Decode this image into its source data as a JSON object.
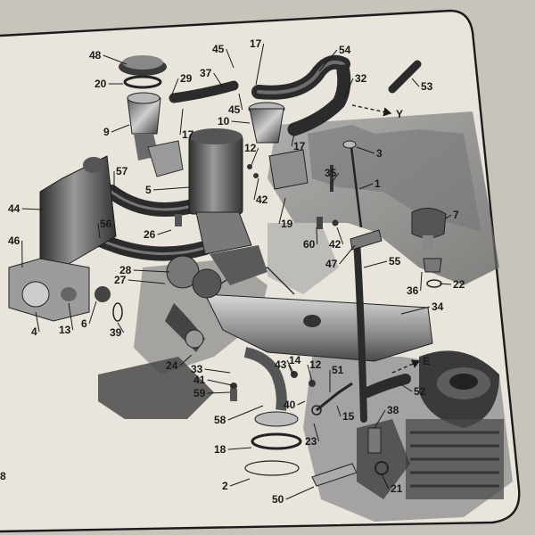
{
  "colors": {
    "paper": "#e9e5dc",
    "ink": "#1b1b1b",
    "photo_mid": "#8f8f8f",
    "photo_dark": "#3f3f3f"
  },
  "diagram": {
    "arrow_labels": {
      "to_y": "Y",
      "to_e": "E"
    },
    "callouts": [
      {
        "id": "48",
        "text": "48"
      },
      {
        "id": "20",
        "text": "20"
      },
      {
        "id": "9",
        "text": "9"
      },
      {
        "id": "29",
        "text": "29"
      },
      {
        "id": "37",
        "text": "37"
      },
      {
        "id": "45a",
        "text": "45"
      },
      {
        "id": "17a",
        "text": "17"
      },
      {
        "id": "17b",
        "text": "17"
      },
      {
        "id": "45b",
        "text": "45"
      },
      {
        "id": "54",
        "text": "54"
      },
      {
        "id": "32",
        "text": "32"
      },
      {
        "id": "53",
        "text": "53"
      },
      {
        "id": "10",
        "text": "10"
      },
      {
        "id": "17c",
        "text": "17"
      },
      {
        "id": "12a",
        "text": "12"
      },
      {
        "id": "3",
        "text": "3"
      },
      {
        "id": "35",
        "text": "35"
      },
      {
        "id": "1",
        "text": "1"
      },
      {
        "id": "57",
        "text": "57"
      },
      {
        "id": "5",
        "text": "5"
      },
      {
        "id": "42a",
        "text": "42"
      },
      {
        "id": "19",
        "text": "19"
      },
      {
        "id": "44",
        "text": "44"
      },
      {
        "id": "56",
        "text": "56"
      },
      {
        "id": "26",
        "text": "26"
      },
      {
        "id": "60",
        "text": "60"
      },
      {
        "id": "42b",
        "text": "42"
      },
      {
        "id": "7",
        "text": "7"
      },
      {
        "id": "46",
        "text": "46"
      },
      {
        "id": "47",
        "text": "47"
      },
      {
        "id": "55",
        "text": "55"
      },
      {
        "id": "28",
        "text": "28"
      },
      {
        "id": "27",
        "text": "27"
      },
      {
        "id": "36",
        "text": "36"
      },
      {
        "id": "22",
        "text": "22"
      },
      {
        "id": "4",
        "text": "4"
      },
      {
        "id": "13",
        "text": "13"
      },
      {
        "id": "6",
        "text": "6"
      },
      {
        "id": "39",
        "text": "39"
      },
      {
        "id": "34",
        "text": "34"
      },
      {
        "id": "24",
        "text": "24"
      },
      {
        "id": "43",
        "text": "43"
      },
      {
        "id": "14",
        "text": "14"
      },
      {
        "id": "12b",
        "text": "12"
      },
      {
        "id": "51",
        "text": "51"
      },
      {
        "id": "33",
        "text": "33"
      },
      {
        "id": "41",
        "text": "41"
      },
      {
        "id": "59",
        "text": "59"
      },
      {
        "id": "40",
        "text": "40"
      },
      {
        "id": "52",
        "text": "52"
      },
      {
        "id": "15",
        "text": "15"
      },
      {
        "id": "58",
        "text": "58"
      },
      {
        "id": "38",
        "text": "38"
      },
      {
        "id": "23",
        "text": "23"
      },
      {
        "id": "18",
        "text": "18"
      },
      {
        "id": "2",
        "text": "2"
      },
      {
        "id": "21",
        "text": "21"
      },
      {
        "id": "50",
        "text": "50"
      },
      {
        "id": "8",
        "text": "8"
      }
    ]
  }
}
